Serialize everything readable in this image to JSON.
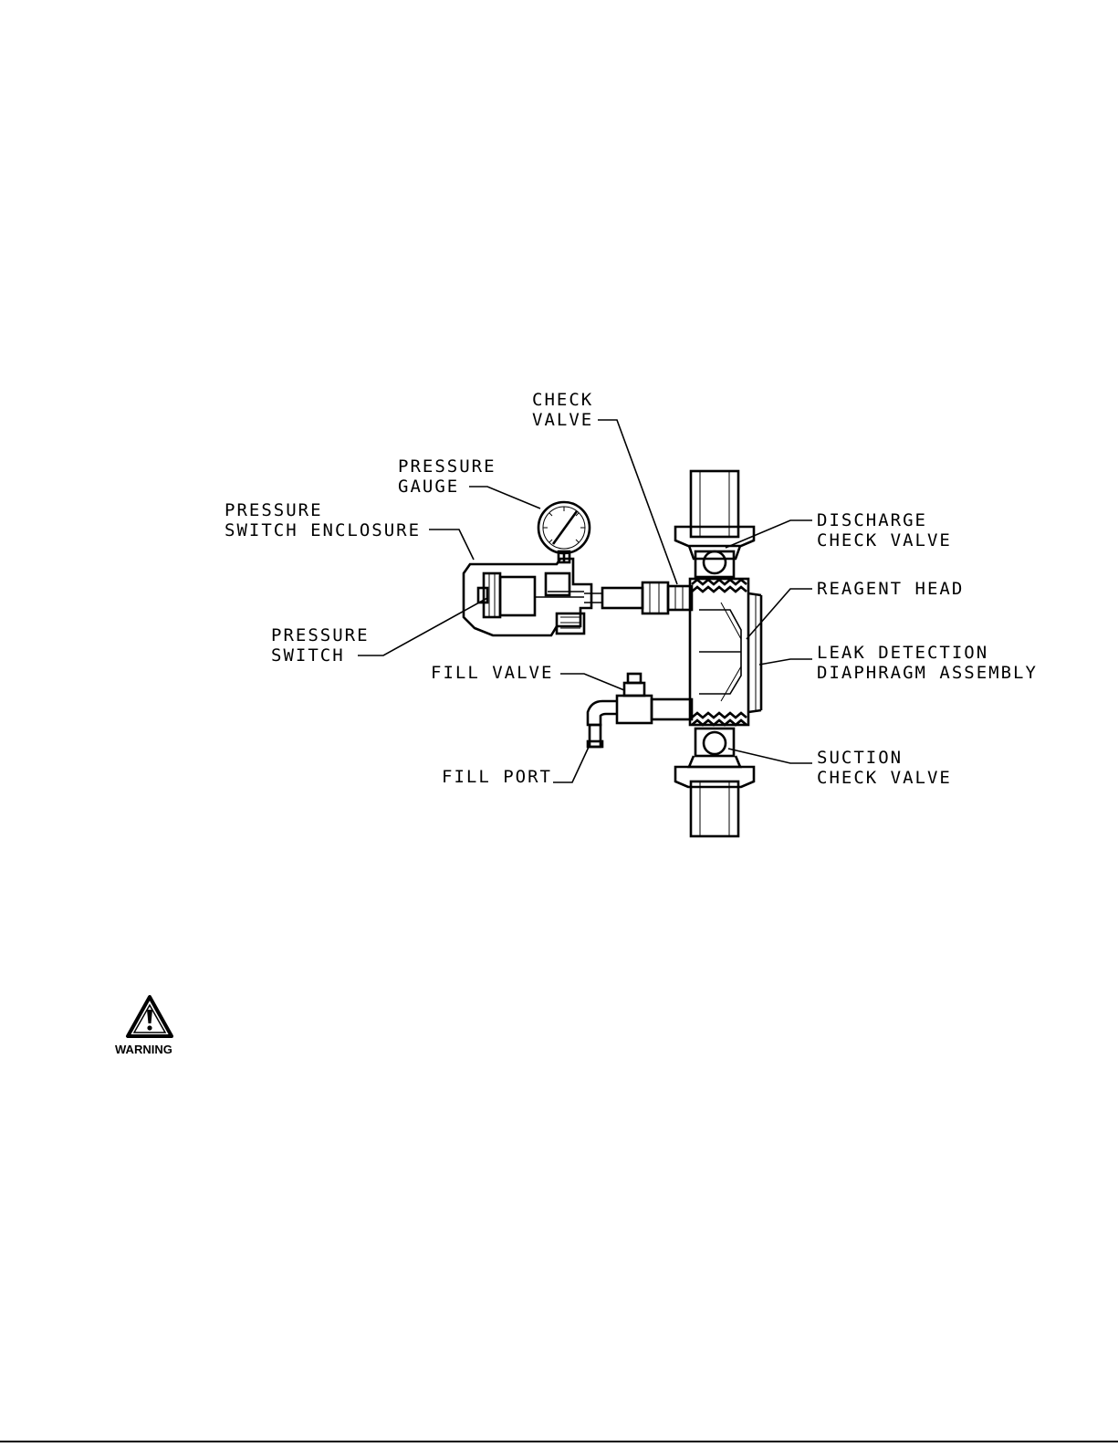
{
  "labels": {
    "check_valve": [
      "CHECK",
      "VALVE"
    ],
    "pressure_gauge": [
      "PRESSURE",
      "GAUGE"
    ],
    "pressure_switch_enclosure": [
      "PRESSURE",
      "SWITCH ENCLOSURE"
    ],
    "discharge_check_valve": [
      "DISCHARGE",
      "CHECK VALVE"
    ],
    "reagent_head": "REAGENT HEAD",
    "pressure_switch": [
      "PRESSURE",
      "SWITCH"
    ],
    "leak_detection": [
      "LEAK DETECTION",
      "DIAPHRAGM ASSEMBLY"
    ],
    "fill_valve": "FILL VALVE",
    "fill_port": "FILL PORT",
    "suction_check_valve": [
      "SUCTION",
      "CHECK VALVE"
    ]
  },
  "warning": {
    "label": "WARNING",
    "icon": "warning-triangle-icon"
  }
}
